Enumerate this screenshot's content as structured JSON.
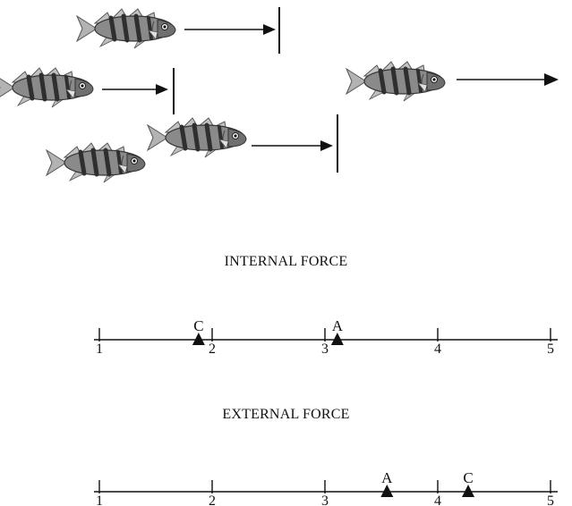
{
  "scales": [
    {
      "id": "internal",
      "title": "INTERNAL FORCE",
      "ticks": [
        "1",
        "2",
        "3",
        "4",
        "5"
      ],
      "markers": [
        {
          "label": "C",
          "value": 1.88
        },
        {
          "label": "A",
          "value": 3.11
        }
      ]
    },
    {
      "id": "external",
      "title": "EXTERNAL FORCE",
      "ticks": [
        "1",
        "2",
        "3",
        "4",
        "5"
      ],
      "markers": [
        {
          "label": "A",
          "value": 3.55
        },
        {
          "label": "C",
          "value": 4.27
        }
      ]
    }
  ],
  "illustration": {
    "fish_count": 5,
    "arrow_count": 4,
    "fish_colors": {
      "body": "#8a8a8a",
      "stripe": "#2f2f2f",
      "fin": "#c2c2c2"
    }
  }
}
